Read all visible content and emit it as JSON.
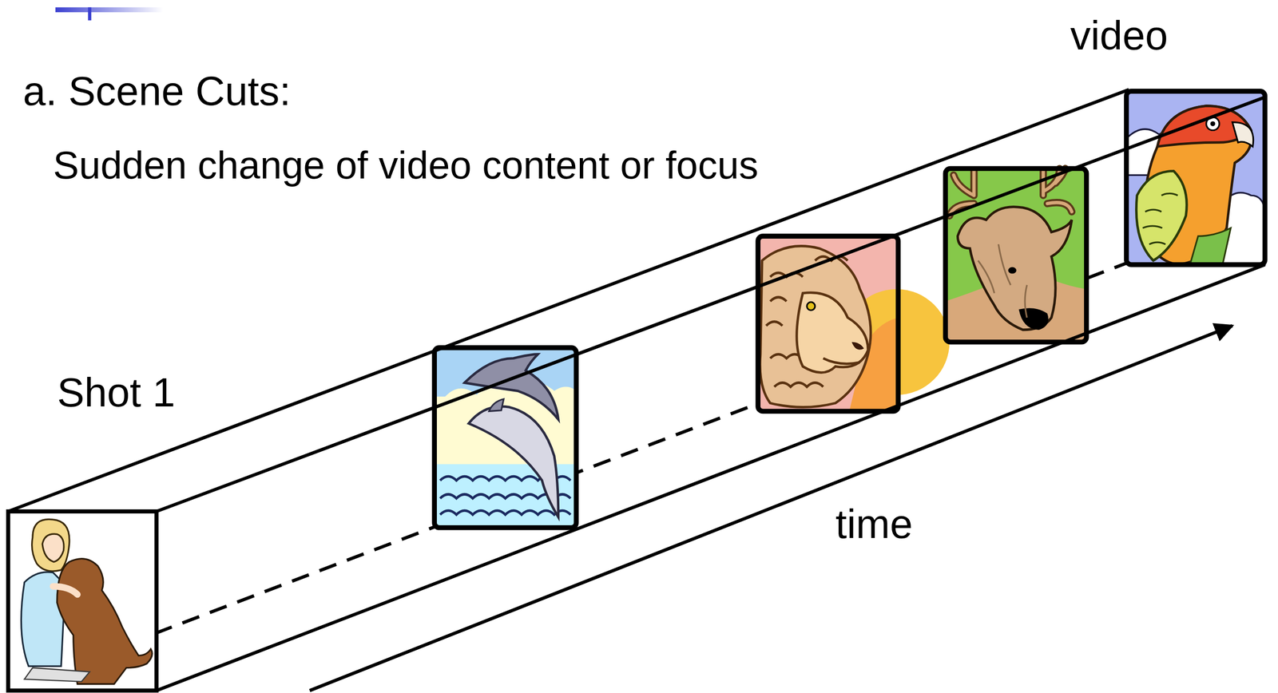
{
  "diagram": {
    "title": "a. Scene Cuts:",
    "labels": [
      "Sudden change of video content or focus",
      "video",
      "Shot 1",
      "time"
    ]
  }
}
